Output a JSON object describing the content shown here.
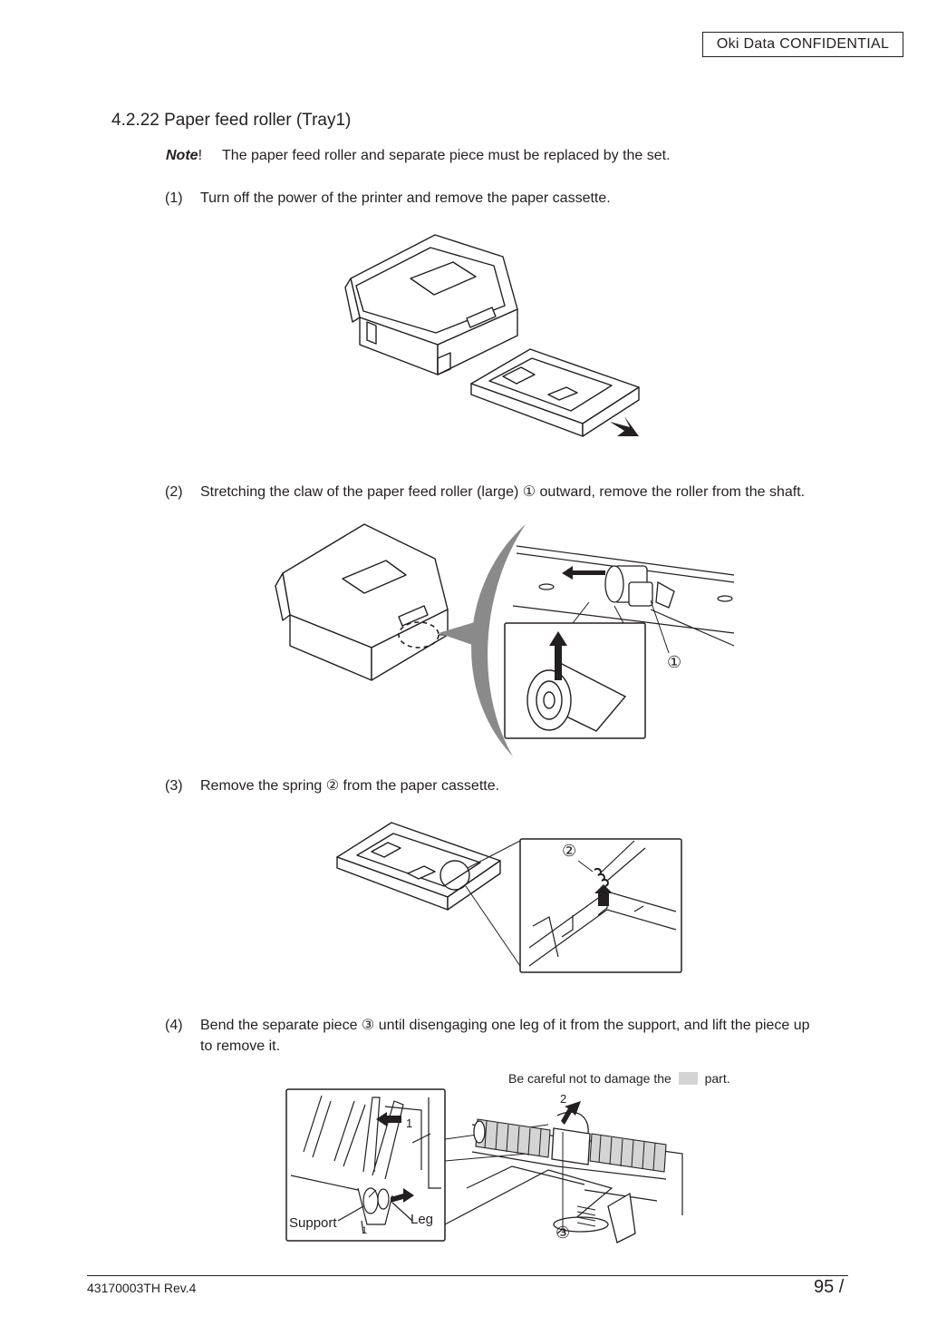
{
  "header": {
    "confidential": "Oki Data CONFIDENTIAL"
  },
  "section": {
    "title": "4.2.22  Paper feed roller (Tray1)"
  },
  "note": {
    "label": "Note",
    "mark": "!",
    "text": "The paper feed roller and separate piece must be replaced by the set."
  },
  "steps": [
    {
      "num": "(1)",
      "text": "Turn off the power of the printer and remove the paper cassette."
    },
    {
      "num": "(2)",
      "text": "Stretching the claw of the paper feed roller (large) ① outward, remove the roller from the shaft."
    },
    {
      "num": "(3)",
      "text": "Remove the spring ② from the paper cassette."
    },
    {
      "num": "(4)",
      "text": "Bend the separate piece ③ until disengaging one leg of it from the support, and lift the piece up to remove it."
    }
  ],
  "figures": {
    "fig2": {
      "callout": "①"
    },
    "fig3": {
      "callout": "②"
    },
    "fig4": {
      "caution_before": "Be careful not to damage the",
      "caution_after": "part.",
      "label_support": "Support",
      "label_leg": "Leg",
      "num1": "1",
      "num2": "2",
      "num1_small": "1",
      "callout": "③"
    }
  },
  "footer": {
    "doc_number": "43170003TH  Rev.4",
    "page": "95 /"
  }
}
